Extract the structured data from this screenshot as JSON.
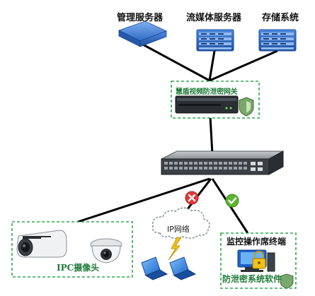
{
  "servers": [
    {
      "label": "管理服务器"
    },
    {
      "label": "流媒体服务器"
    },
    {
      "label": "存储系统"
    }
  ],
  "gateway": {
    "label": "慧盾视频防泄密网关"
  },
  "cloud": {
    "label": "IP网络"
  },
  "camera_group": {
    "label": "IPC摄像头"
  },
  "terminal": {
    "label": "监控操作席终端",
    "software_label": "防泄密系统软件"
  },
  "colors": {
    "group_border": "#2fa84f",
    "deny": "#e0393a",
    "allow": "#5cb531",
    "server_blue": "#3a74c8",
    "line": "#000000"
  }
}
